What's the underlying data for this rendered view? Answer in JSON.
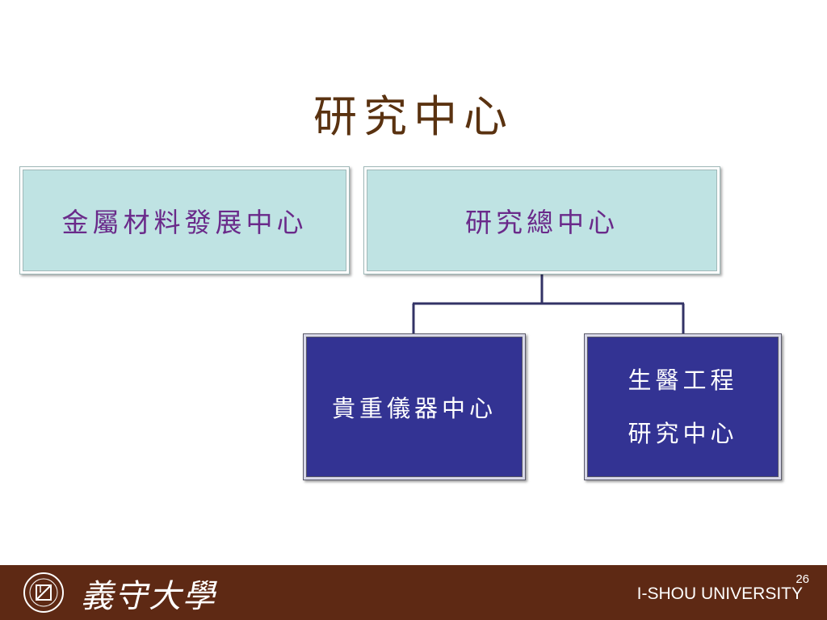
{
  "slide": {
    "title": "研究中心",
    "page_number": "26"
  },
  "org_chart": {
    "nodes": [
      {
        "id": "metal",
        "label": "金屬材料發展中心",
        "fill": "#bfe3e3"
      },
      {
        "id": "general",
        "label": "研究總中心",
        "fill": "#bfe3e3"
      },
      {
        "id": "instrument",
        "label": "貴重儀器中心",
        "fill": "#333393"
      },
      {
        "id": "biomed",
        "label_lines": [
          "生醫工程",
          "研究中心"
        ],
        "fill": "#333393"
      }
    ],
    "edges": [
      {
        "from": "general",
        "to": "instrument"
      },
      {
        "from": "general",
        "to": "biomed"
      }
    ],
    "connector_color": "#333366"
  },
  "footer": {
    "background": "#5e2914",
    "logo_cn": "義守大學",
    "logo_en": "I-SHOU UNIVERSITY"
  }
}
